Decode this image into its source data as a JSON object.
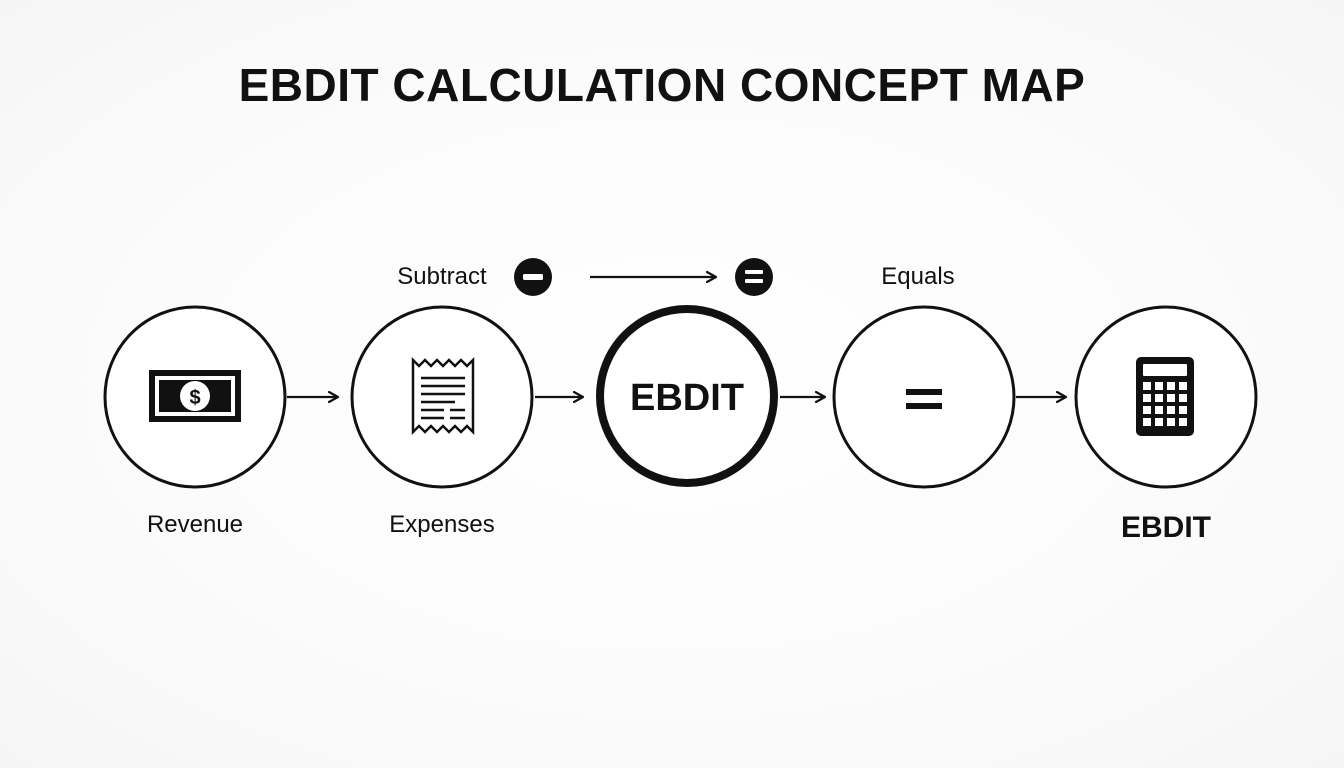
{
  "title": "EBDIT CALCULATION CONCEPT MAP",
  "top_labels": {
    "subtract": "Subtract",
    "equals": "Equals"
  },
  "nodes": [
    {
      "id": "revenue",
      "icon": "money-bill-icon",
      "label": "Revenue"
    },
    {
      "id": "expenses",
      "icon": "receipt-icon",
      "label": "Expenses"
    },
    {
      "id": "ebdit-center",
      "text": "EBDIT"
    },
    {
      "id": "equals-node",
      "icon": "equals-icon"
    },
    {
      "id": "result",
      "icon": "calculator-icon",
      "label": "EBDIT"
    }
  ],
  "colors": {
    "stroke": "#111111",
    "background": "#fdfdfd"
  }
}
